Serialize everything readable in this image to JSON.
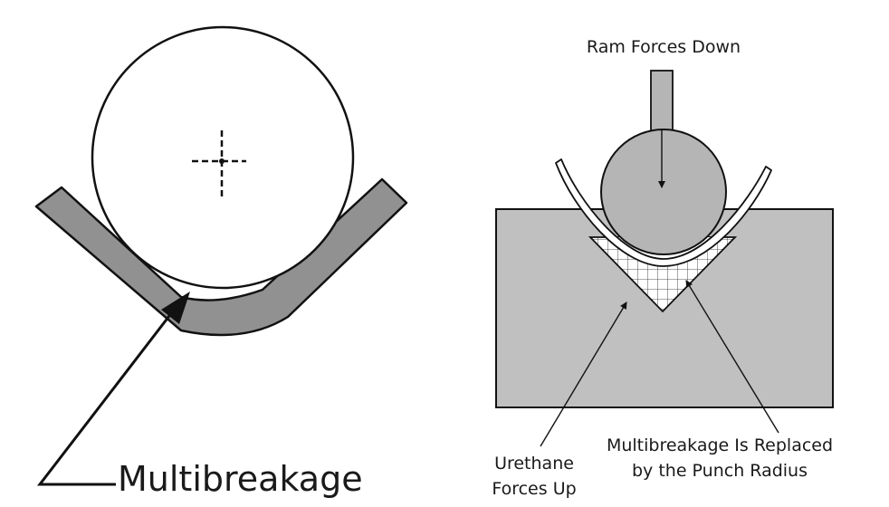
{
  "left_panel": {
    "label": "Multibreakage"
  },
  "right_panel": {
    "ram_label": "Ram Forces Down",
    "urethane_label_line1": "Urethane",
    "urethane_label_line2": "Forces Up",
    "replaced_label_line1": "Multibreakage Is Replaced",
    "replaced_label_line2": "by the Punch Radius"
  },
  "colors": {
    "stroke": "#111111",
    "sheet_fill": "#919191",
    "punch_fill": "#b5b5b5",
    "block_fill": "#c0c0c0",
    "background": "#ffffff"
  }
}
